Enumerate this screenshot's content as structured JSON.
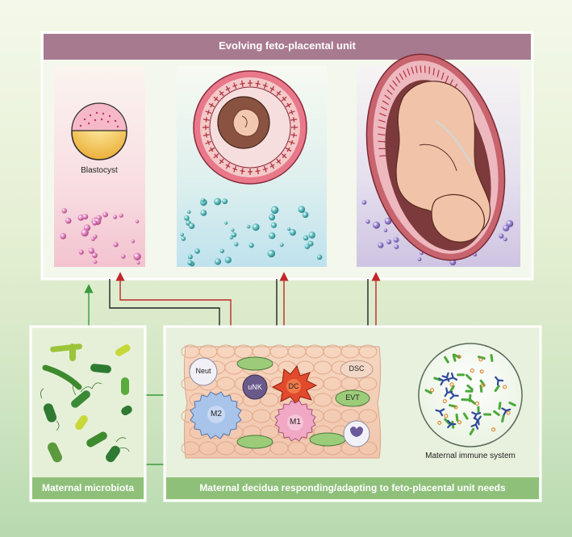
{
  "top_panel": {
    "title": "Evolving feto-placental unit",
    "blastocyst_label": "Blastocyst"
  },
  "microbiota_panel": {
    "title": "Maternal microbiota"
  },
  "decidua_panel": {
    "title": "Maternal decidua responding/adapting to feto-placental unit needs"
  },
  "immune_panel": {
    "label": "Maternal immune system"
  },
  "cells": {
    "neut": "Neut",
    "unk": "uNK",
    "dc": "DC",
    "dsc": "DSC",
    "evt": "EVT",
    "m2": "M2",
    "m1": "M1"
  },
  "colors": {
    "banner_purple": "#a87a90",
    "banner_green": "#8fc07a",
    "arrow_green": "#3a9a3a",
    "arrow_red": "#c0282a",
    "arrow_black": "#222222"
  }
}
